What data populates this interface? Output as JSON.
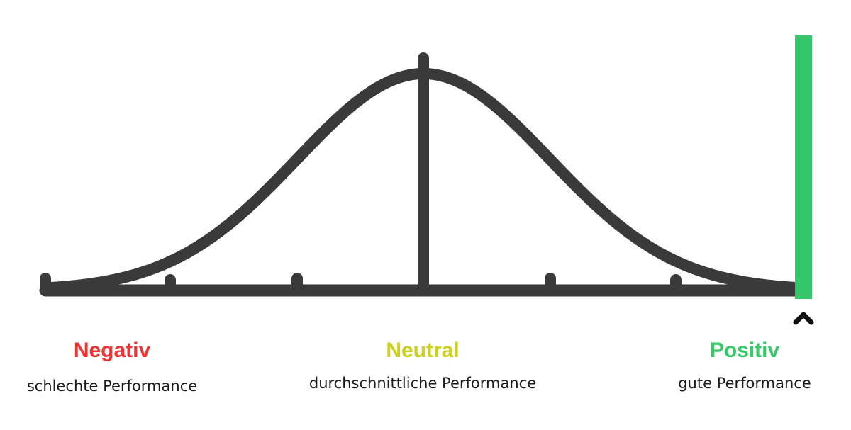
{
  "categories": {
    "negative": {
      "title": "Negativ",
      "subtitle": "schlechte Performance",
      "color": "#ee3333"
    },
    "neutral": {
      "title": "Neutral",
      "subtitle": "durchschnittliche Performance",
      "color": "#cbd11a"
    },
    "positive": {
      "title": "Positiv",
      "subtitle": "gute Performance",
      "color": "#33cc66"
    }
  },
  "colors": {
    "curve": "#3a3a3a",
    "marker_bar": "#33c66b",
    "pointer": "#111111"
  },
  "icons": {
    "pointer": "chevron-up-icon"
  }
}
